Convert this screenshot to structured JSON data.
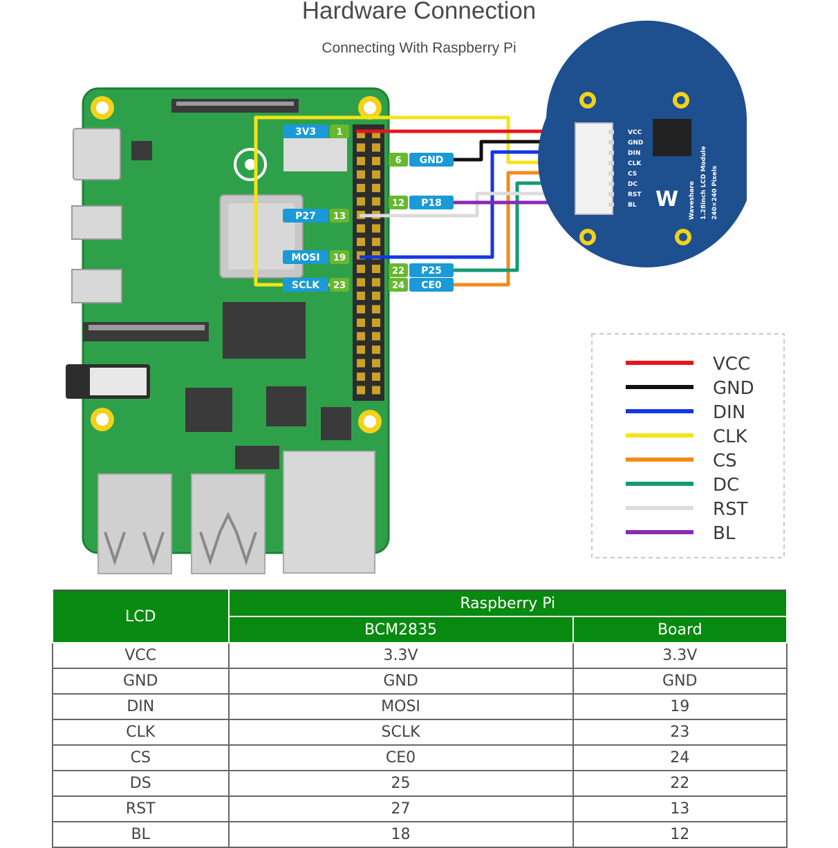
{
  "header": {
    "title": "Hardware Connection",
    "subtitle": "Connecting With Raspberry Pi"
  },
  "pi_pins_left": [
    {
      "label": "3V3",
      "num": "1"
    },
    {
      "label": "P27",
      "num": "13"
    },
    {
      "label": "MOSI",
      "num": "19"
    },
    {
      "label": "SCLK",
      "num": "23"
    }
  ],
  "pi_pins_right": [
    {
      "num": "6",
      "label": "GND"
    },
    {
      "num": "12",
      "label": "P18"
    },
    {
      "num": "22",
      "label": "P25"
    },
    {
      "num": "24",
      "label": "CE0"
    }
  ],
  "lcd_module": {
    "brand": "Waveshare",
    "name": "1.28inch LCD Module",
    "resolution": "240×240 Pixels",
    "pins": [
      "VCC",
      "GND",
      "DIN",
      "CLK",
      "CS",
      "DC",
      "RST",
      "BL"
    ]
  },
  "legend": [
    {
      "label": "VCC",
      "color": "#e8141b"
    },
    {
      "label": "GND",
      "color": "#111111"
    },
    {
      "label": "DIN",
      "color": "#1436e6"
    },
    {
      "label": "CLK",
      "color": "#f5e31a"
    },
    {
      "label": "CS",
      "color": "#f58a1c"
    },
    {
      "label": "DC",
      "color": "#149a73"
    },
    {
      "label": "RST",
      "color": "#dcdcdc"
    },
    {
      "label": "BL",
      "color": "#8a2ab4"
    }
  ],
  "table": {
    "header": {
      "lcd": "LCD",
      "pi": "Raspberry Pi",
      "bcm": "BCM2835",
      "board": "Board"
    },
    "rows": [
      [
        "VCC",
        "3.3V",
        "3.3V"
      ],
      [
        "GND",
        "GND",
        "GND"
      ],
      [
        "DIN",
        "MOSI",
        "19"
      ],
      [
        "CLK",
        "SCLK",
        "23"
      ],
      [
        "CS",
        "CE0",
        "24"
      ],
      [
        "DS",
        "25",
        "22"
      ],
      [
        "RST",
        "27",
        "13"
      ],
      [
        "BL",
        "18",
        "12"
      ]
    ]
  }
}
